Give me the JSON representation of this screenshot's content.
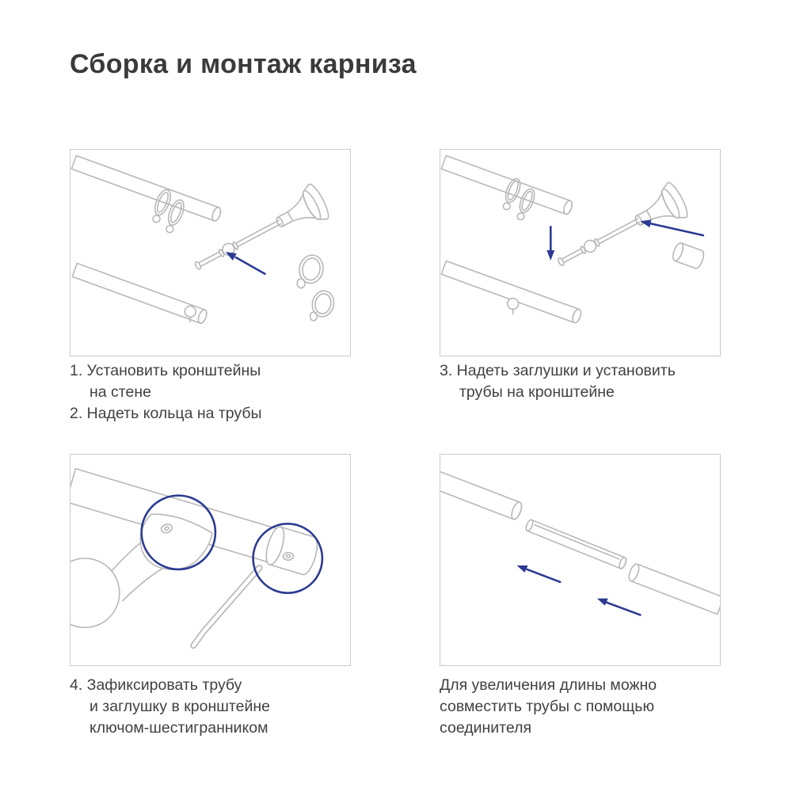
{
  "page": {
    "title": "Сборка и монтаж карниза"
  },
  "colors": {
    "accent": "#2c3a92",
    "line": "#b7b7b7",
    "text": "#414141",
    "title": "#3a3a3a",
    "panel-border": "#cbcbcb",
    "bg": "#ffffff"
  },
  "panels": [
    {
      "illustration": "brackets-on-wall-and-rings-on-tubes",
      "caption": [
        "1. Установить кронштейны",
        "на стене",
        "2. Надеть кольца на трубы"
      ]
    },
    {
      "illustration": "caps-on-and-tubes-onto-bracket",
      "caption": [
        "3. Надеть заглушки и установить",
        "трубы на кронштейне"
      ]
    },
    {
      "illustration": "fix-tube-and-cap-with-hex-key",
      "caption": [
        "4. Зафиксировать трубу",
        "и заглушку в кронштейне",
        "ключом-шестигранником"
      ]
    },
    {
      "illustration": "join-tubes-with-connector",
      "caption": [
        "Для увеличения длины можно",
        "совместить трубы с помощью",
        "соединителя"
      ]
    }
  ]
}
